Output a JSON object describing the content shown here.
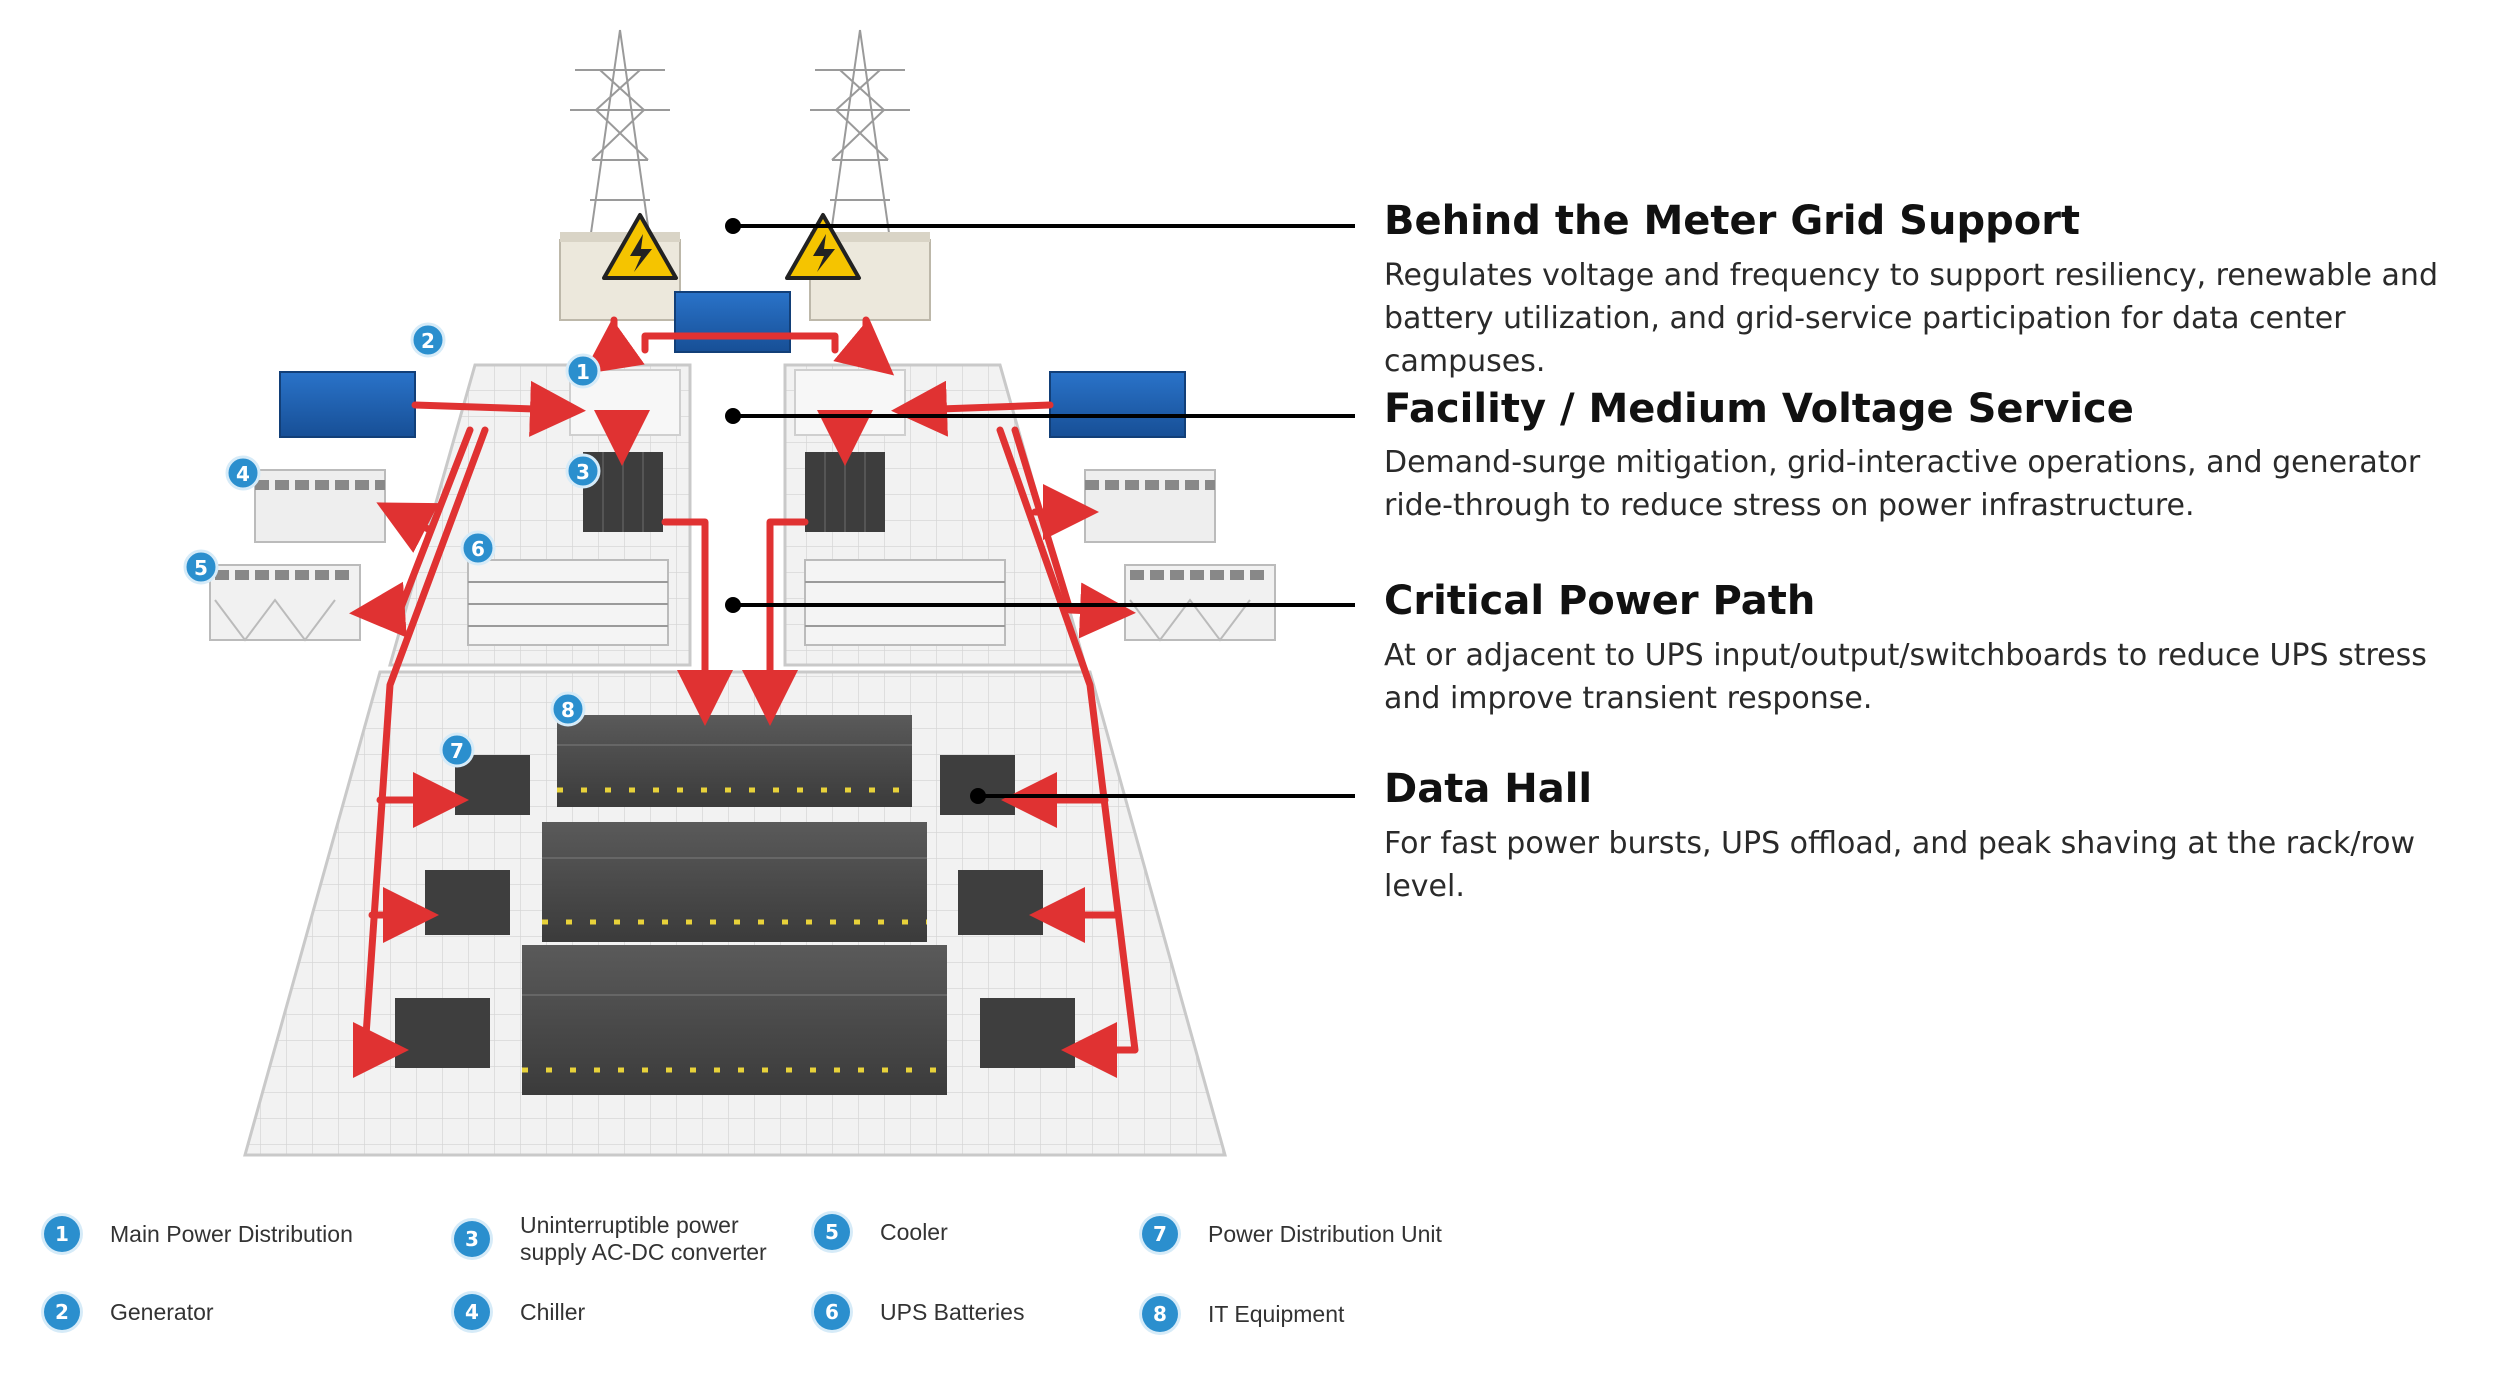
{
  "callouts": [
    {
      "title": "Behind the Meter Grid Support",
      "description": "Regulates voltage and frequency to support resiliency, renewable and battery utilization, and grid-service participation for data center campuses."
    },
    {
      "title": "Facility / Medium Voltage Service",
      "description": "Demand-surge mitigation, grid-interactive operations, and generator ride-through to reduce stress on power infrastructure."
    },
    {
      "title": "Critical Power Path",
      "description": "At or adjacent to UPS input/output/switchboards to reduce UPS stress and improve transient response."
    },
    {
      "title": "Data Hall",
      "description": "For fast power bursts, UPS offload, and peak shaving at the rack/row level."
    }
  ],
  "legend": [
    {
      "number": "1",
      "label": "Main Power Distribution"
    },
    {
      "number": "2",
      "label": "Generator"
    },
    {
      "number": "3",
      "label": "Uninterruptible power supply AC-DC converter"
    },
    {
      "number": "4",
      "label": "Chiller"
    },
    {
      "number": "5",
      "label": "Cooler"
    },
    {
      "number": "6",
      "label": "UPS Batteries"
    },
    {
      "number": "7",
      "label": "Power Distribution Unit"
    },
    {
      "number": "8",
      "label": "IT Equipment"
    }
  ],
  "diagram_badges": [
    "1",
    "2",
    "3",
    "4",
    "5",
    "6",
    "7",
    "8"
  ],
  "icons": {
    "warning": "high-voltage-warning-icon",
    "tower": "transmission-tower-icon"
  },
  "colors": {
    "power_line": "#e03232",
    "badge": "#2b8fce",
    "generator": "#1f5fb0",
    "rack": "#4a4a4a",
    "rack_accent": "#e8d23a",
    "warning": "#f5c400"
  }
}
